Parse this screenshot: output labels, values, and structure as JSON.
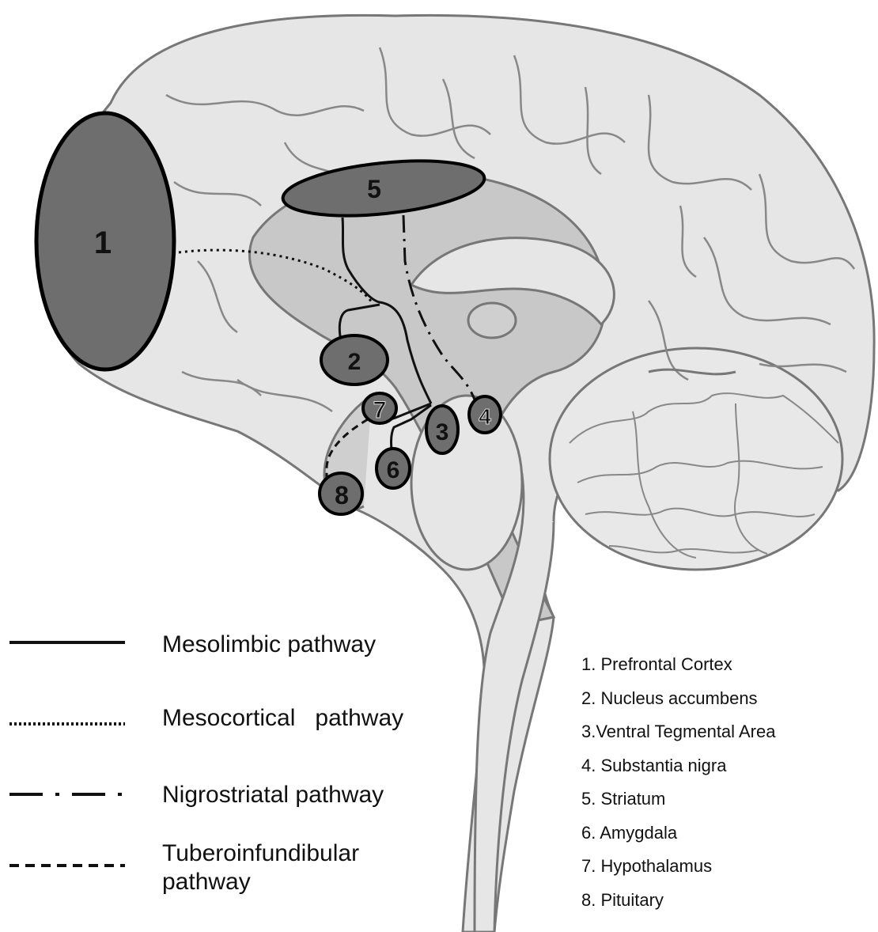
{
  "regions": [
    {
      "id": "1",
      "label": "1"
    },
    {
      "id": "2",
      "label": "2"
    },
    {
      "id": "3",
      "label": "3"
    },
    {
      "id": "4",
      "label": "4"
    },
    {
      "id": "5",
      "label": "5"
    },
    {
      "id": "6",
      "label": "6"
    },
    {
      "id": "7",
      "label": "7"
    },
    {
      "id": "8",
      "label": "8"
    }
  ],
  "legend": {
    "mesolimbic": "Mesolimbic  pathway",
    "mesocortical": "Mesocortical   pathway",
    "nigrostriatal": "Nigrostriatal pathway",
    "tuberoinfundibular_line1": "Tuberoinfundibular",
    "tuberoinfundibular_line2": "pathway"
  },
  "key": [
    "1. Prefrontal Cortex",
    "2. Nucleus accumbens",
    "3.Ventral Tegmental Area",
    "4. Substantia nigra",
    "5. Striatum",
    "6. Amygdala",
    "7. Hypothalamus",
    "8. Pituitary"
  ],
  "colors": {
    "brain_fill": "#e6e6e6",
    "inner_fill": "#c8c8c8",
    "region_fill": "#6e6e6e",
    "outline": "#777777",
    "pathway": "#111111"
  }
}
